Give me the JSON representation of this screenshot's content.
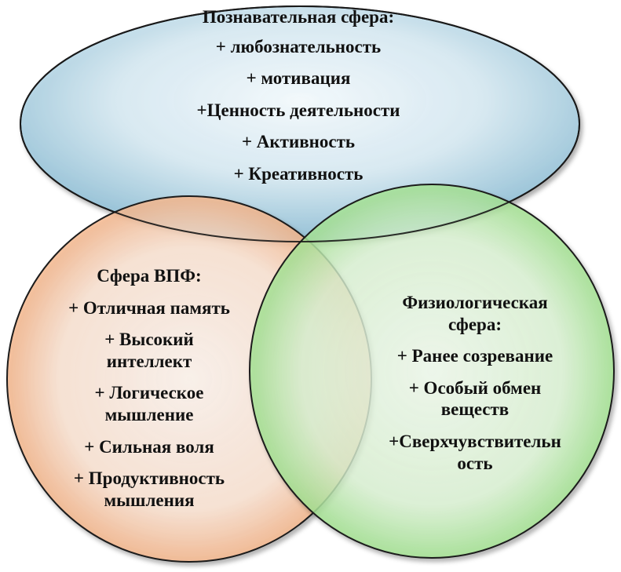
{
  "diagram": {
    "circles": {
      "cognitive": {
        "fill": "#cfe4ef",
        "stroke": "#1a1a1a",
        "title": "Познавательная сфера:",
        "items": [
          "+ любознательность",
          "+ мотивация",
          "+Ценность деятельности",
          "+ Активность",
          "+ Креативность"
        ]
      },
      "vpf": {
        "fill": "#f8d2b7",
        "stroke": "#1a1a1a",
        "title": "Сфера ВПФ:",
        "items": [
          [
            "+ Отличная память"
          ],
          [
            "+ Высокий",
            "интеллект"
          ],
          [
            "+ Логическое",
            "мышление"
          ],
          [
            "+ Сильная воля"
          ],
          [
            "+ Продуктивность",
            "мышления"
          ]
        ]
      },
      "physiological": {
        "fill": "#cdeec4",
        "stroke": "#1a1a1a",
        "title": [
          "Физиологическая",
          "сфера:"
        ],
        "items": [
          [
            "+ Ранее созревание"
          ],
          [
            "+ Особый обмен",
            "веществ"
          ],
          [
            "+Сверхчувствительн",
            "ость"
          ]
        ]
      }
    }
  }
}
